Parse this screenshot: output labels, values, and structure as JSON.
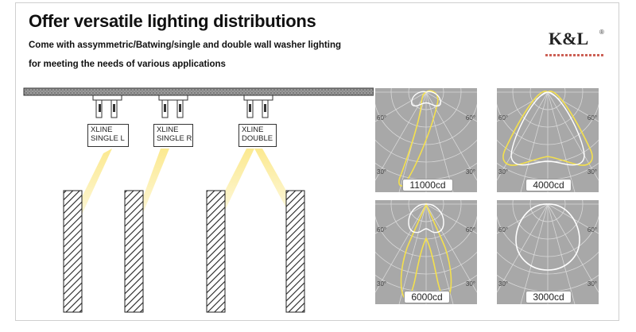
{
  "title": "Offer versatile lighting distributions",
  "subtitle_line1": "Come with assymmetric/Batwing/single and double wall washer lighting",
  "subtitle_line2": "for meeting the needs  of various applications",
  "logo": {
    "text": "K&L",
    "registered": "®"
  },
  "fixtures": [
    {
      "line1": "XLINE",
      "line2": "SINGLE L"
    },
    {
      "line1": "XLINE",
      "line2": "SINGLE R"
    },
    {
      "line1": "XLINE",
      "line2": "DOUBLE"
    }
  ],
  "polar_panels": [
    {
      "value": "11000cd",
      "angle_left": "60°",
      "angle_right": "60°",
      "angle_bottom_left": "30°",
      "angle_bottom_right": "30°"
    },
    {
      "value": "4000cd",
      "angle_left": "60°",
      "angle_right": "60°",
      "angle_bottom_left": "30°",
      "angle_bottom_right": "30°"
    },
    {
      "value": "6000cd",
      "angle_left": "60°",
      "angle_right": "60°",
      "angle_bottom_left": "30°",
      "angle_bottom_right": "30°"
    },
    {
      "value": "3000cd",
      "angle_left": "60°",
      "angle_right": "60°",
      "angle_bottom_left": "30°",
      "angle_bottom_right": "30°"
    }
  ],
  "colors": {
    "beam": "#fbe88a",
    "curve_yellow": "#f4e04d",
    "curve_white": "#ffffff",
    "panel_bg": "#a8a8a8",
    "ceiling": "#8a8a8a"
  }
}
